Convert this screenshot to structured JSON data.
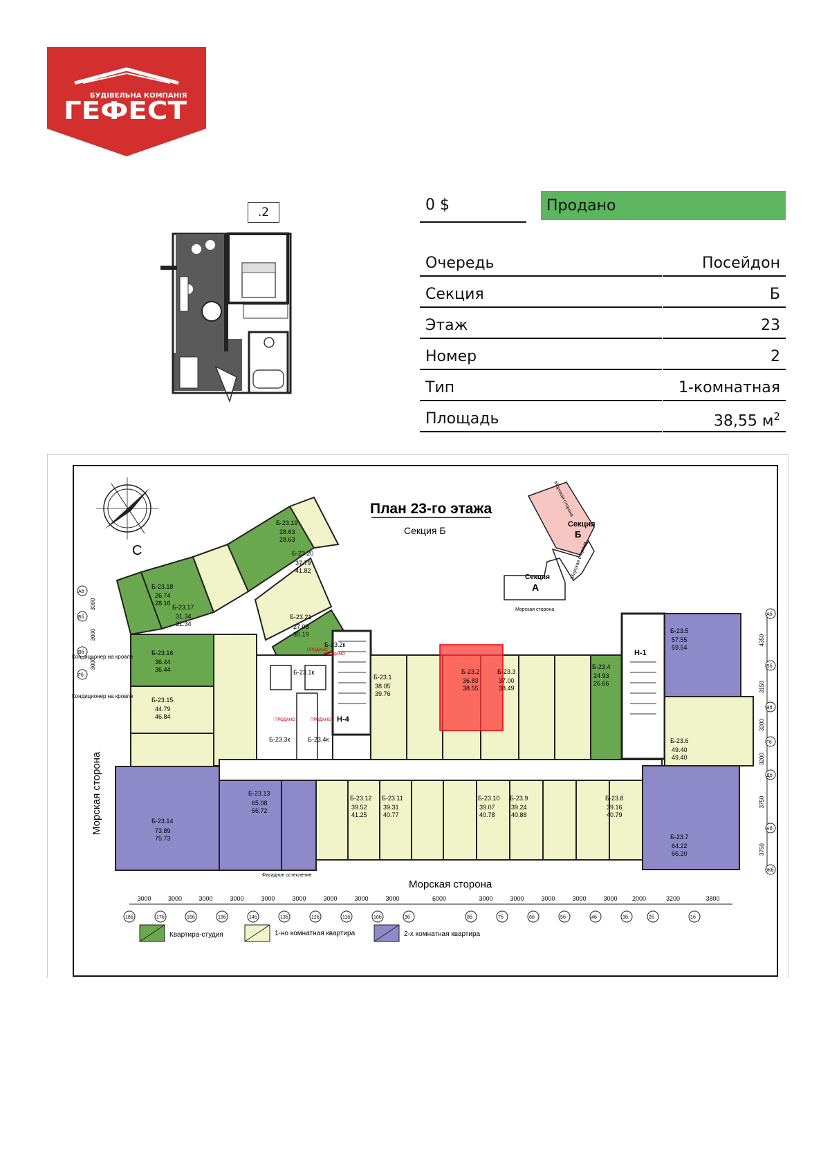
{
  "brand": {
    "tagline": "БУДІВЕЛЬНА КОМПАНІЯ",
    "name": "ГЕФЕСТ",
    "color": "#d32f2f"
  },
  "apartment_label": ".2",
  "price": "0 $",
  "status": "Продано",
  "status_color": "#5db560",
  "info": [
    {
      "key": "Очередь",
      "value": "Посейдон"
    },
    {
      "key": "Секция",
      "value": "Б"
    },
    {
      "key": "Этаж",
      "value": "23"
    },
    {
      "key": "Номер",
      "value": "2"
    },
    {
      "key": "Тип",
      "value": "1-комнатная"
    },
    {
      "key": "Площадь",
      "value": "38,55 м",
      "unit_sup": "2"
    }
  ],
  "plan": {
    "title": "План 23-го этажа",
    "subtitle": "Секция Б",
    "compass": "С",
    "sea_side_bottom": "Морская сторона",
    "sea_side_left": "Морская сторона",
    "inset": {
      "section_b": "Секция",
      "section_b_letter": "Б",
      "section_a": "Секция",
      "section_a_letter": "А",
      "sea1": "Морская сторона",
      "sea2": "Морская сторона",
      "sea3": "Морская сторона"
    },
    "stairs": [
      "Н-4",
      "Н-1"
    ],
    "units_top": [
      {
        "id": "Б-23.1",
        "a": "38.05",
        "b": "39.76"
      },
      {
        "id": "Б-23.2",
        "a": "36.83",
        "b": "38.55"
      },
      {
        "id": "Б-23.3",
        "a": "37.00",
        "b": "38.49"
      },
      {
        "id": "Б-23.4",
        "a": "24.93",
        "b": "26.66"
      }
    ],
    "units_bottom": [
      {
        "id": "Б-23.12",
        "a": "39.52",
        "b": "41.25"
      },
      {
        "id": "Б-23.11",
        "a": "39.31",
        "b": "40.77"
      },
      {
        "id": "Б-23.10",
        "a": "39.07",
        "b": "40.78"
      },
      {
        "id": "Б-23.9",
        "a": "39.24",
        "b": "40.88"
      },
      {
        "id": "Б-23.8",
        "a": "39.16",
        "b": "40.79"
      }
    ],
    "units_left": [
      {
        "id": "Б-23.19",
        "a": "28.63",
        "b": "28.63"
      },
      {
        "id": "Б-23.20",
        "a": "37.79",
        "b": "41.82"
      },
      {
        "id": "Б-23.18",
        "a": "26.74",
        "b": "28.16"
      },
      {
        "id": "Б-23.17",
        "a": "31.34",
        "b": "31.34"
      },
      {
        "id": "Б-23.21",
        "a": "27.08",
        "b": "30.19"
      },
      {
        "id": "Б-23.16",
        "a": "36.44",
        "b": "36.44"
      },
      {
        "id": "Б-23.15",
        "a": "44.79",
        "b": "46.84"
      },
      {
        "id": "Б-23.14",
        "a": "73.89",
        "b": "75.73"
      },
      {
        "id": "Б-23.13",
        "a": "65.08",
        "b": "66.72"
      }
    ],
    "units_right": [
      {
        "id": "Б-23.5",
        "a": "57.55",
        "b": "59.54"
      },
      {
        "id": "Б-23.6",
        "a": "49.40",
        "b": "49.40"
      },
      {
        "id": "Б-23.7",
        "a": "64.22",
        "b": "66.20"
      }
    ],
    "sold": [
      "ПРОДАНО",
      "ПРОДАНО",
      "ПРОДАНО",
      "ПРОДАНО"
    ],
    "small_units": [
      "Б-23.2к",
      "Б-23.1к",
      "Б-23.3к",
      "Б-23.4к"
    ],
    "dims": [
      "3000",
      "3000",
      "3000",
      "3000",
      "3000",
      "3000",
      "3000",
      "3000",
      "3000",
      "6000",
      "3000",
      "3000",
      "3000",
      "3000",
      "3000",
      "2000",
      "3200",
      "3800"
    ],
    "axes": [
      "18б",
      "17б",
      "16б",
      "15б",
      "14б",
      "13б",
      "12б",
      "11б",
      "10б",
      "9б",
      "8б",
      "7б",
      "6б",
      "5б",
      "4б",
      "3б",
      "2б",
      "1б"
    ],
    "row_axes_right": [
      "Аб",
      "Бб",
      "Вб",
      "Гб",
      "Дб",
      "Еб",
      "Жб"
    ],
    "row_dims_right": [
      "4350",
      "3150",
      "3200",
      "3200",
      "3750",
      "3750"
    ],
    "row_axes_left": [
      "Аб",
      "Бб",
      "Вб",
      "Гб"
    ],
    "row_dims_left": [
      "3000",
      "3000",
      "3000"
    ],
    "notes": {
      "cond1": "Кондиционер на кровле",
      "cond2": "Кондиционер на кровле",
      "facade": "Фасадное остекление"
    },
    "legend": [
      {
        "label": "Квартира-студия",
        "color": "#6aa84f"
      },
      {
        "label": "1-но комнатная квартира",
        "color": "#f1f3c8"
      },
      {
        "label": "2-х комнатная квартира",
        "color": "#8e89c9"
      }
    ],
    "highlight_color": "#ff3b3b"
  }
}
